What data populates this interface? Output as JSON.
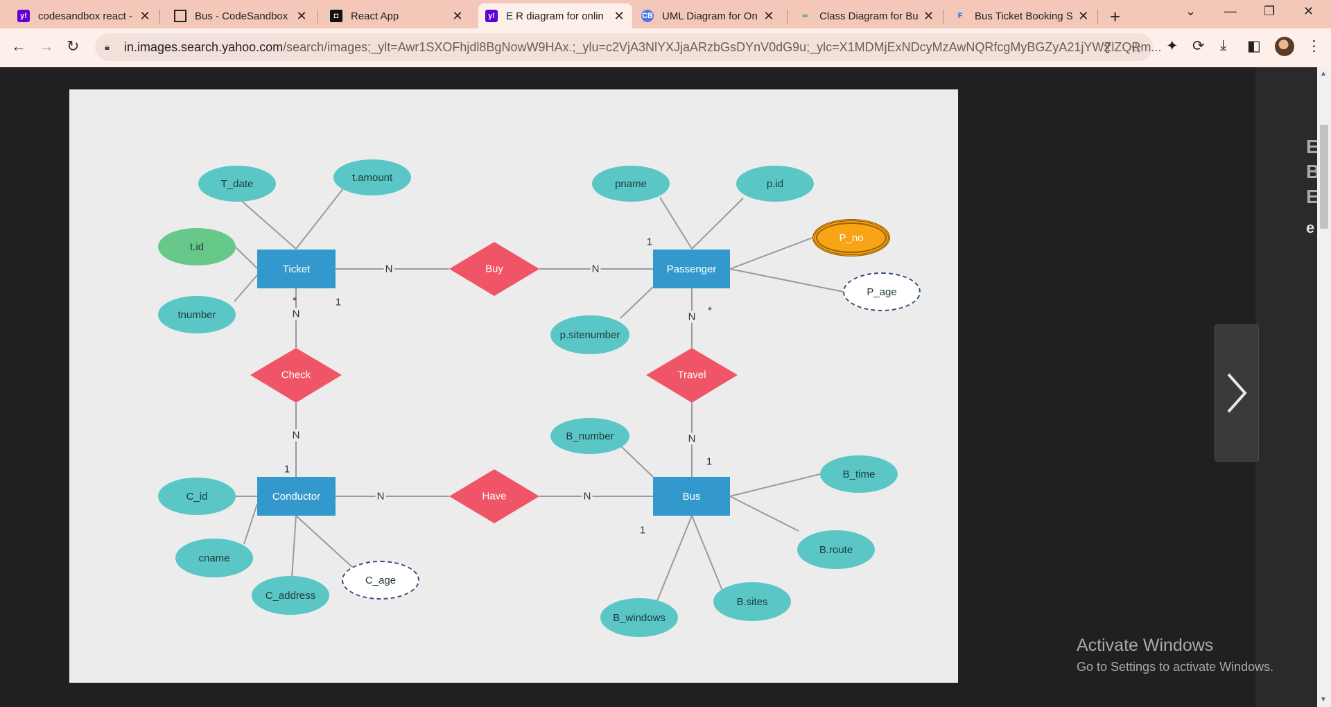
{
  "browser": {
    "tabs": [
      {
        "title": "codesandbox react -",
        "icon": "yahoo-icon",
        "glyph": "y!"
      },
      {
        "title": "Bus - CodeSandbox",
        "icon": "codesandbox-icon",
        "glyph": ""
      },
      {
        "title": "React App",
        "icon": "react-app-icon",
        "glyph": "◘"
      },
      {
        "title": "E R diagram for onlin",
        "icon": "yahoo-icon",
        "glyph": "y!"
      },
      {
        "title": "UML Diagram for On",
        "icon": "cb-icon",
        "glyph": "CB"
      },
      {
        "title": "Class Diagram for Bu",
        "icon": "gg-icon",
        "glyph": "∞"
      },
      {
        "title": "Bus Ticket Booking S",
        "icon": "f-icon",
        "glyph": "F"
      }
    ],
    "active_tab_index": 3,
    "address": {
      "host": "in.images.search.yahoo.com",
      "path": "/search/images;_ylt=Awr1SXOFhjdl8BgNowW9HAx.;_ylu=c2VjA3NlYXJjaARzbGsDYnV0dG9u;_ylc=X1MDMjExNDcyMzAwNQRfcgMyBGZyA21jYWZlZQRm..."
    },
    "accent_color": "#f3c8b9"
  },
  "diagram": {
    "entities": {
      "ticket": "Ticket",
      "passenger": "Passenger",
      "conductor": "Conductor",
      "bus": "Bus"
    },
    "relationships": {
      "buy": "Buy",
      "check": "Check",
      "travel": "Travel",
      "have": "Have"
    },
    "attributes": {
      "t_date": "T_date",
      "t_amount": "t.amount",
      "t_id": "t.id",
      "tnumber": "tnumber",
      "pname": "pname",
      "p_id": "p.id",
      "p_no": "P_no",
      "p_age": "P_age",
      "p_sitenumber": "p.sitenumber",
      "b_number": "B_number",
      "b_time": "B_time",
      "b_route": "B.route",
      "b_sites": "B.sites",
      "b_windows": "B_windows",
      "c_id": "C_id",
      "cname": "cname",
      "c_address": "C_address",
      "c_age": "C_age"
    },
    "cardinalities": {
      "ticket_buy": "N",
      "buy_passenger": "N",
      "passenger_one": "1",
      "ticket_one": "1",
      "ticket_star": "*",
      "ticket_check": "N",
      "passenger_travel": "N",
      "passenger_star": "*",
      "check_conductor": "N",
      "conductor_one": "1",
      "travel_bus": "N",
      "bus_one_top": "1",
      "conductor_have": "N",
      "have_bus": "N",
      "bus_one_left": "1"
    },
    "colors": {
      "entity": "#3399cc",
      "relationship": "#ef5566",
      "attribute": "#5bc6c6",
      "key_attribute": "#66c98a",
      "derived_attribute": "#f7a416"
    }
  },
  "side_panel": {
    "letters": [
      "E",
      "B",
      "E",
      "e"
    ]
  },
  "watermark": {
    "title": "Activate Windows",
    "subtitle": "Go to Settings to activate Windows."
  }
}
